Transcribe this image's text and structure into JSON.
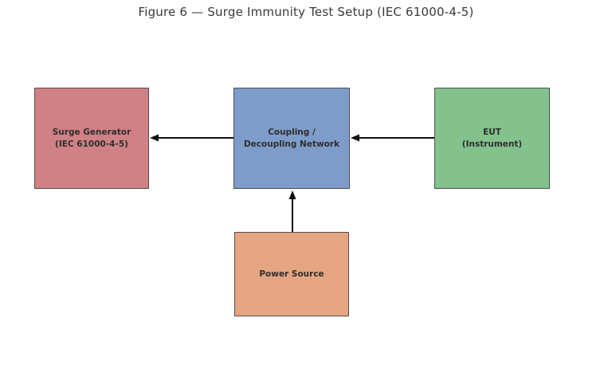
{
  "figure": {
    "title": "Figure 6 — Surge Immunity Test Setup (IEC 61000-4-5)",
    "type": "block-diagram"
  },
  "diagram": {
    "nodes": [
      {
        "id": "surge_generator",
        "label": "Surge Generator\n(IEC 61000-4-5)",
        "fill": "#d08186"
      },
      {
        "id": "cdn",
        "label": "Coupling /\nDecoupling Network",
        "fill": "#7e9cc9"
      },
      {
        "id": "eut",
        "label": "EUT\n(Instrument)",
        "fill": "#83c28c"
      },
      {
        "id": "power_source",
        "label": "Power Source",
        "fill": "#e5a581"
      }
    ],
    "edges": [
      {
        "from": "cdn",
        "to": "surge_generator",
        "direction": "left"
      },
      {
        "from": "eut",
        "to": "cdn",
        "direction": "left"
      },
      {
        "from": "power_source",
        "to": "cdn",
        "direction": "up"
      }
    ],
    "colors": {
      "border": "#4f4f4f",
      "arrow": "#111111",
      "text": "#2e2e2e",
      "title_text": "#3a3a3a",
      "background": "#ffffff"
    }
  }
}
